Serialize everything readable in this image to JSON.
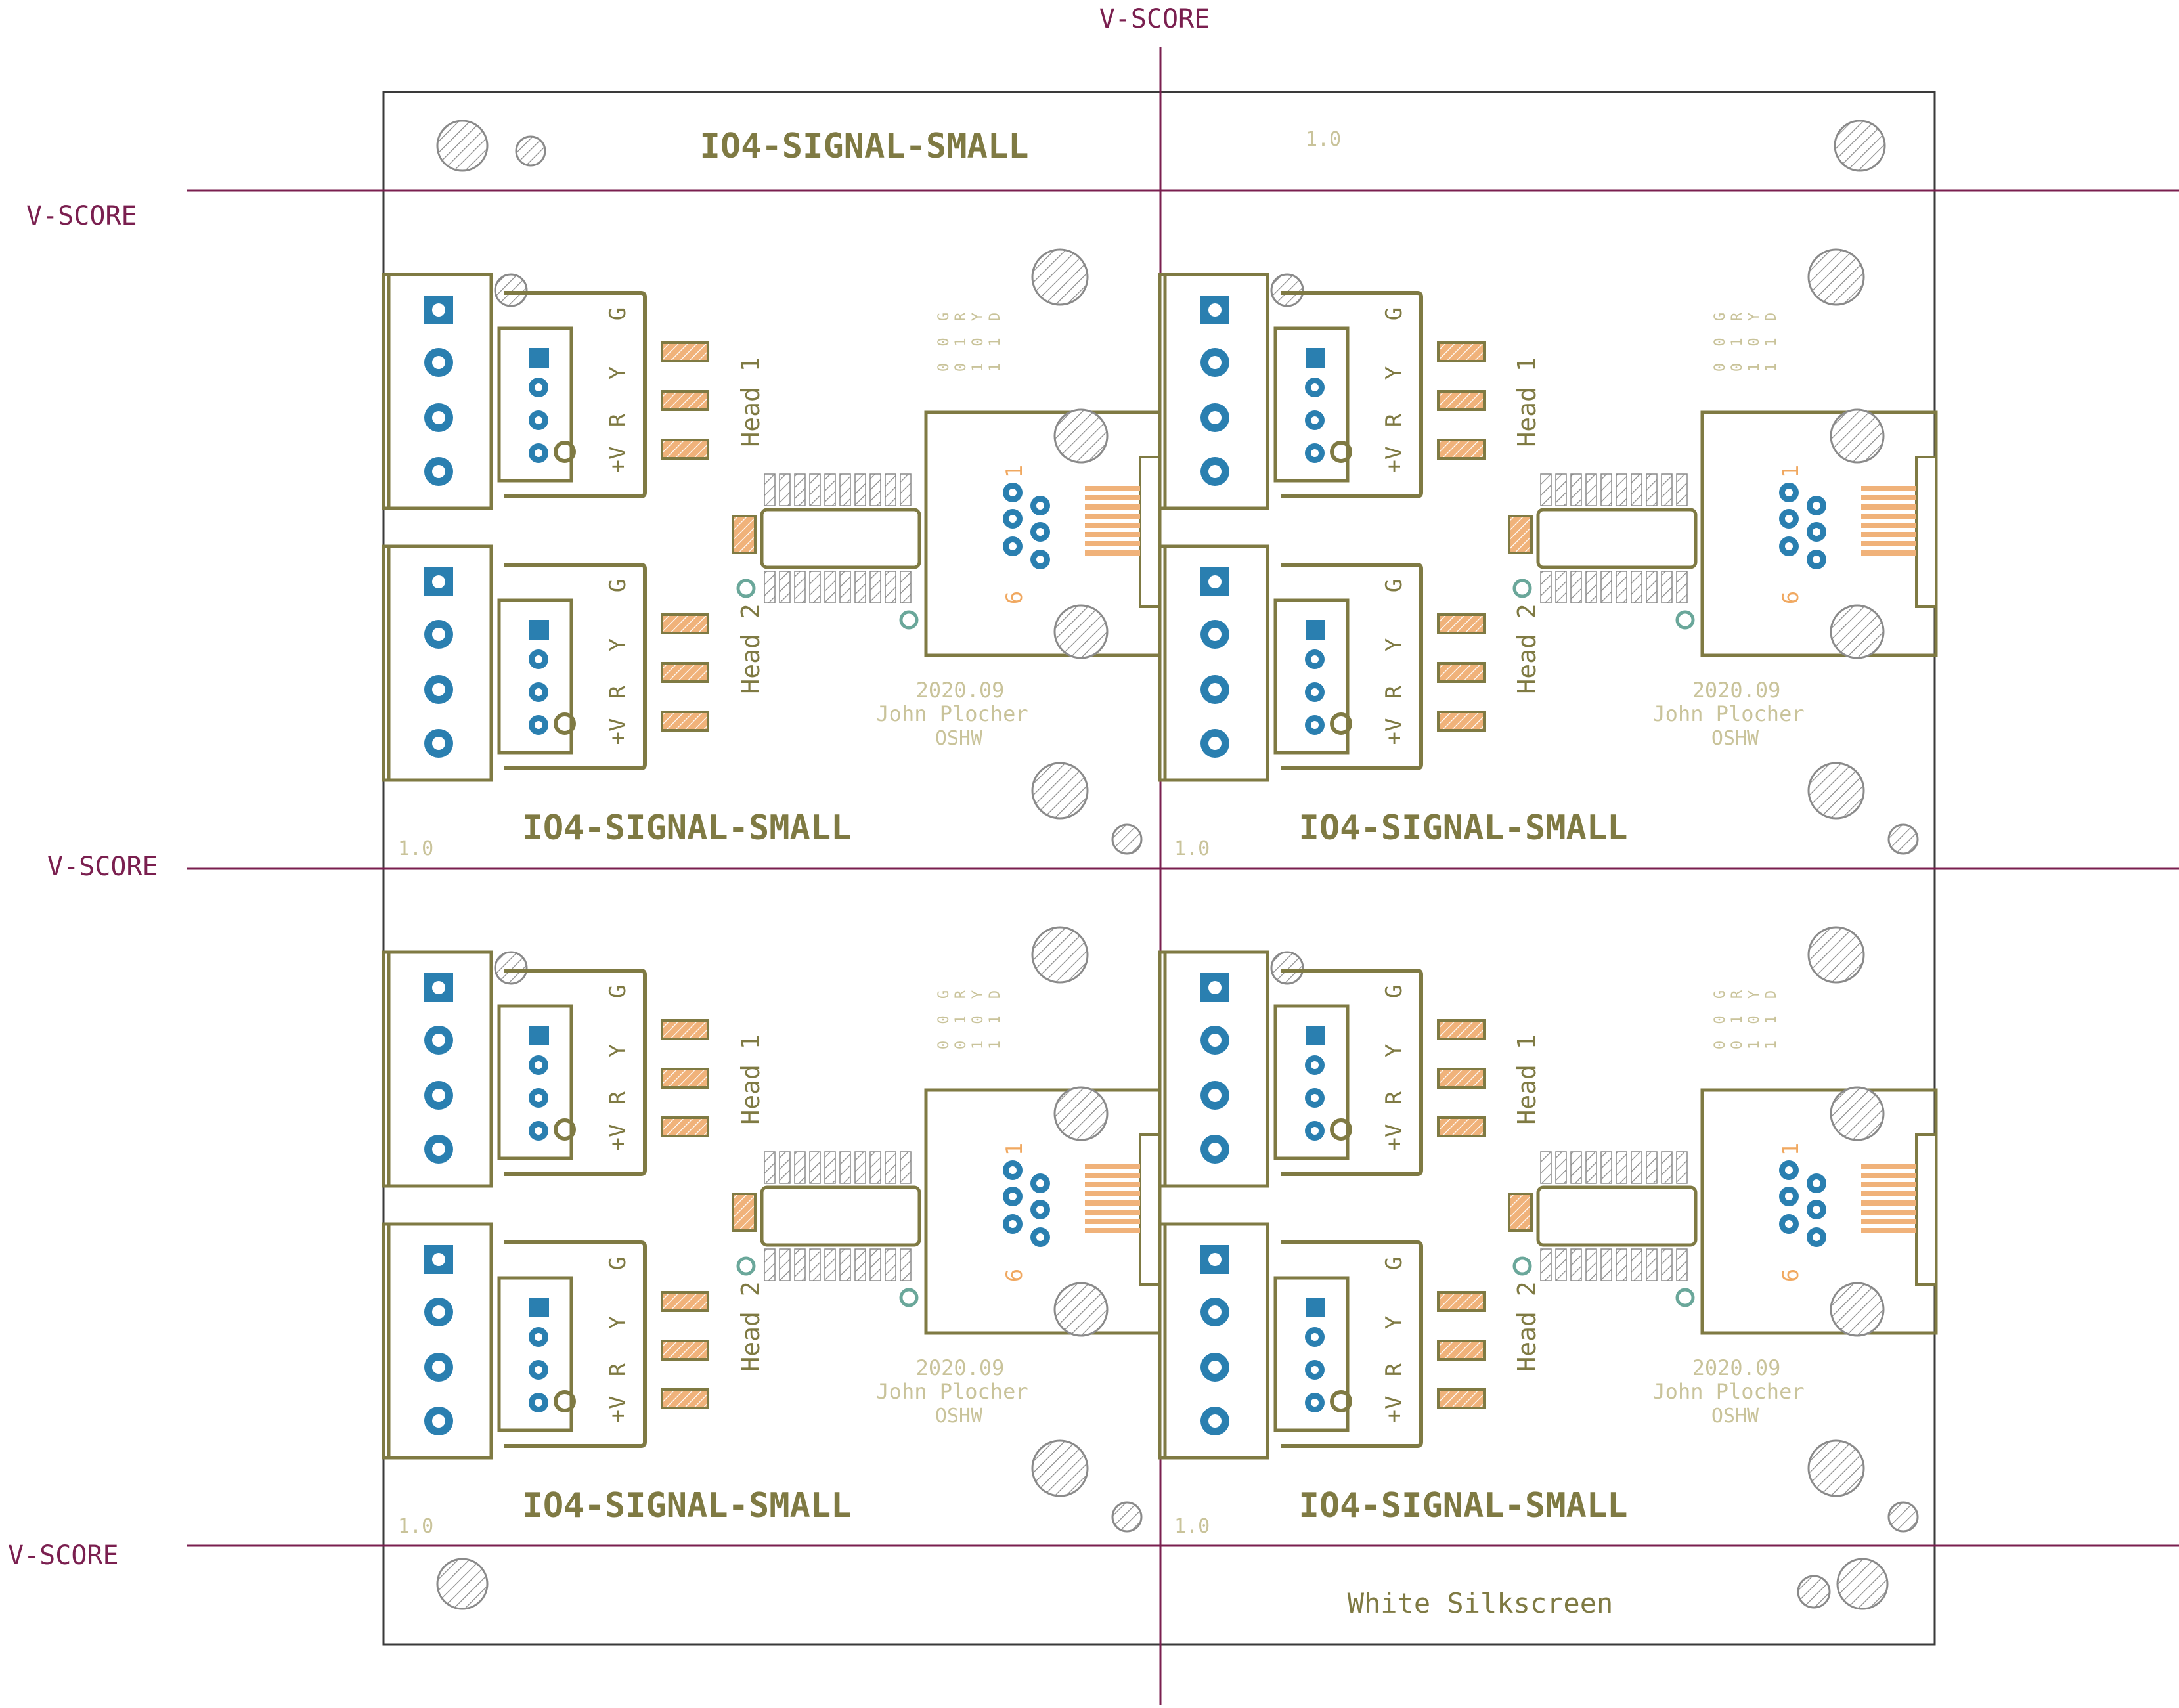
{
  "colors": {
    "background": "#ffffff",
    "outline": "#3a3a3a",
    "vscore": "#7a1f4f",
    "silk": "#7f7a43",
    "silk_faint": "#c9c39a",
    "pad_blue": "#2a7fb0",
    "pad_orange": "#f0b27a",
    "hatch": "#8a8a8a"
  },
  "vscore_labels": {
    "top": "V-SCORE",
    "left_1": "V-SCORE",
    "left_2": "V-SCORE",
    "left_3": "V-SCORE"
  },
  "rails": {
    "top_title": "IO4-SIGNAL-SMALL",
    "top_version": "1.0",
    "bottom_note": "White Silkscreen"
  },
  "panels": [
    {
      "title": "IO4-SIGNAL-SMALL",
      "version": "1.0",
      "date": "2020.09",
      "author": "John Plocher",
      "license": "OSHW",
      "head1": "Head 1",
      "head2": "Head 2",
      "conn1_labels": [
        "+V",
        "R",
        "Y",
        "G"
      ],
      "conn2_labels": [
        "+V",
        "R",
        "Y",
        "G"
      ],
      "rj_pin_first": "1",
      "rj_pin_last": "6",
      "truth_table": [
        "0 0 G",
        "0 1 R",
        "1 0 Y",
        "1 1 D"
      ]
    },
    {
      "title": "IO4-SIGNAL-SMALL",
      "version": "1.0",
      "date": "2020.09",
      "author": "John Plocher",
      "license": "OSHW",
      "head1": "Head 1",
      "head2": "Head 2",
      "conn1_labels": [
        "+V",
        "R",
        "Y",
        "G"
      ],
      "conn2_labels": [
        "+V",
        "R",
        "Y",
        "G"
      ],
      "rj_pin_first": "1",
      "rj_pin_last": "6",
      "truth_table": [
        "0 0 G",
        "0 1 R",
        "1 0 Y",
        "1 1 D"
      ]
    },
    {
      "title": "IO4-SIGNAL-SMALL",
      "version": "1.0",
      "date": "2020.09",
      "author": "John Plocher",
      "license": "OSHW",
      "head1": "Head 1",
      "head2": "Head 2",
      "conn1_labels": [
        "+V",
        "R",
        "Y",
        "G"
      ],
      "conn2_labels": [
        "+V",
        "R",
        "Y",
        "G"
      ],
      "rj_pin_first": "1",
      "rj_pin_last": "6",
      "truth_table": [
        "0 0 G",
        "0 1 R",
        "1 0 Y",
        "1 1 D"
      ]
    },
    {
      "title": "IO4-SIGNAL-SMALL",
      "version": "1.0",
      "date": "2020.09",
      "author": "John Plocher",
      "license": "OSHW",
      "head1": "Head 1",
      "head2": "Head 2",
      "conn1_labels": [
        "+V",
        "R",
        "Y",
        "G"
      ],
      "conn2_labels": [
        "+V",
        "R",
        "Y",
        "G"
      ],
      "rj_pin_first": "1",
      "rj_pin_last": "6",
      "truth_table": [
        "0 0 G",
        "0 1 R",
        "1 0 Y",
        "1 1 D"
      ]
    }
  ]
}
